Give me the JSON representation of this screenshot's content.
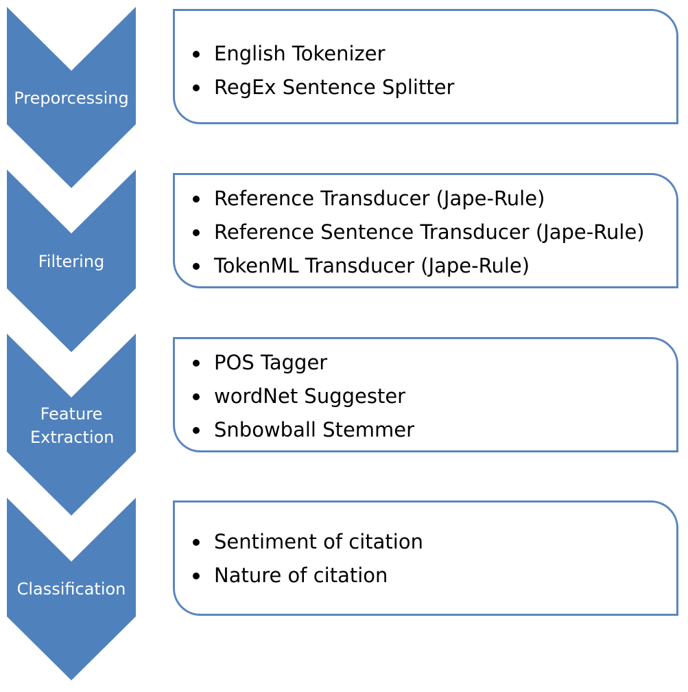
{
  "colors": {
    "chevron_fill": "#4f81bd",
    "box_border": "#5a85be",
    "chevron_text": "#ffffff",
    "item_text": "#000000"
  },
  "stages": [
    {
      "label": "Preporcessing",
      "items": [
        "English Tokenizer",
        "RegEx Sentence Splitter"
      ]
    },
    {
      "label": "Filtering",
      "items": [
        "Reference Transducer (Jape-Rule)",
        "Reference Sentence Transducer (Jape-Rule)",
        "TokenML Transducer (Jape-Rule)"
      ]
    },
    {
      "label": "Feature Extraction",
      "items": [
        "POS Tagger",
        "wordNet Suggester",
        "Snbowball Stemmer"
      ]
    },
    {
      "label": "Classification",
      "items": [
        "Sentiment of citation",
        "Nature of citation"
      ]
    }
  ]
}
